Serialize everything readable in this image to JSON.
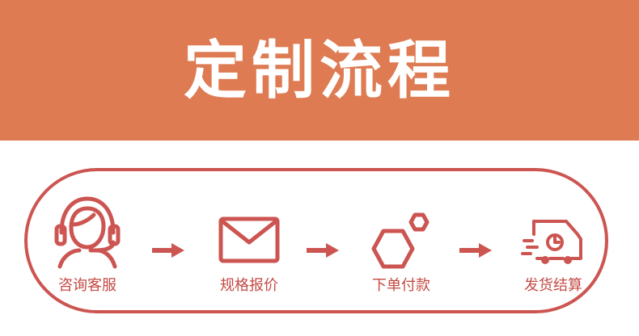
{
  "header": {
    "title": "定制流程"
  },
  "colors": {
    "banner": "#de7b52",
    "accent": "#cc5551",
    "label": "#c44a44"
  },
  "steps": [
    {
      "label": "咨询客服",
      "icon": "customer-service-icon"
    },
    {
      "label": "规格报价",
      "icon": "envelope-icon"
    },
    {
      "label": "下单付款",
      "icon": "hexagon-icon"
    },
    {
      "label": "发货结算",
      "icon": "delivery-truck-icon"
    }
  ]
}
